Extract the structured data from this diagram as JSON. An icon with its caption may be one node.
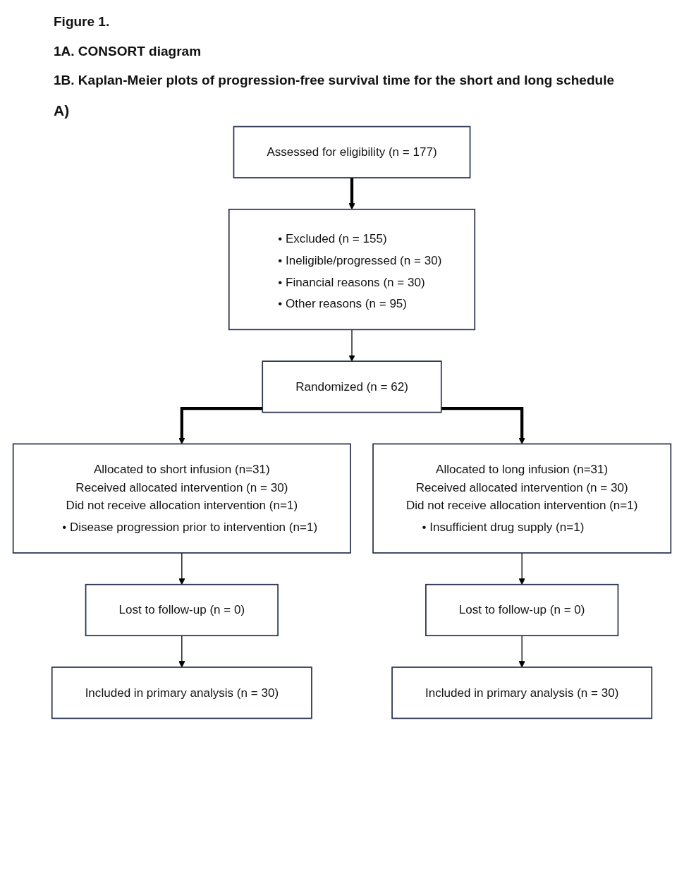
{
  "diagram": {
    "title": "Figure 1.",
    "nodes": [
      {
        "text": [
          "Assessed for eligibility (n = 177)"
        ]
      },
      {
        "text": [
          "• Excluded (n = 155)",
          "• Ineligible/progressed (n = 30)",
          "• Financial reasons (n = 30)",
          "• Other reasons (n = 95)"
        ]
      },
      {
        "text": [
          "Randomized (n = 62)"
        ]
      },
      {
        "text": [
          "Allocated to short infusion (n=31)",
          "Received allocated intervention (n = 30)",
          "Did not receive allocation intervention (n=1)",
          "• Disease progression prior to intervention (n=1)"
        ]
      },
      {
        "text": [
          "Allocated to long infusion (n=31)",
          "Received allocated intervention (n = 30)",
          "Did not receive allocation intervention (n=1)",
          "• Insufficient drug supply (n=1)"
        ]
      },
      {
        "text": [
          "Lost to follow-up (n = 0)"
        ]
      },
      {
        "text": [
          "Lost to follow-up (n = 0)"
        ]
      },
      {
        "text": [
          "Included in primary analysis (n = 30)"
        ]
      },
      {
        "text": [
          "Included in primary analysis (n = 30)"
        ]
      }
    ],
    "edges": [
      {
        "from": 0,
        "to": 1,
        "arrow": "to",
        "style": "thick"
      },
      {
        "from": 1,
        "to": 2,
        "arrow": "to"
      },
      {
        "from": 2,
        "to": 3,
        "arrow": "to",
        "style": "thick"
      },
      {
        "from": 2,
        "to": 4,
        "arrow": "to",
        "style": "thick"
      },
      {
        "from": 3,
        "to": 5,
        "arrow": "to"
      },
      {
        "from": 4,
        "to": 6,
        "arrow": "to"
      },
      {
        "from": 5,
        "to": 7,
        "arrow": "to"
      },
      {
        "from": 6,
        "to": 8,
        "arrow": "to"
      }
    ],
    "labels": [
      "1A. CONSORT diagram",
      "1B. Kaplan-Meier plots of progression-free survival time for the short and long schedule",
      "A)"
    ]
  }
}
